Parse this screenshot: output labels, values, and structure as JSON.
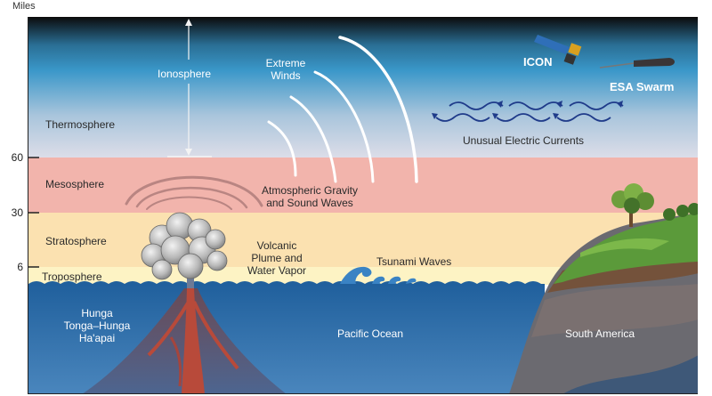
{
  "figure": {
    "unit_label": "Miles",
    "altitude_ticks": [
      {
        "value": "60"
      },
      {
        "value": "30"
      },
      {
        "value": "6"
      }
    ],
    "layers": {
      "thermosphere": "Thermosphere",
      "mesosphere": "Mesosphere",
      "stratosphere": "Stratosphere",
      "troposphere": "Troposphere"
    },
    "annotations": {
      "ionosphere": "Ionosphere",
      "extreme_winds_line1": "Extreme",
      "extreme_winds_line2": "Winds",
      "gravity_waves_line1": "Atmospheric Gravity",
      "gravity_waves_line2": "and Sound Waves",
      "plume_line1": "Volcanic",
      "plume_line2": "Plume and",
      "plume_line3": "Water Vapor",
      "tsunami": "Tsunami Waves",
      "electric_currents": "Unusual Electric Currents",
      "pacific": "Pacific Ocean",
      "south_america": "South America",
      "volcano_line1": "Hunga",
      "volcano_line2": "Tonga–Hunga",
      "volcano_line3": "Ha'apai"
    },
    "satellites": {
      "icon": "ICON",
      "swarm": "ESA Swarm"
    },
    "colors": {
      "space_top": "#0b0b0b",
      "sky_blue": "#3a97c9",
      "thermo_bottom": "#dcdde8",
      "mesosphere": "#f2b4ac",
      "stratosphere": "#fbe1b0",
      "troposphere": "#fdf3c4",
      "ocean": "#1f5f9c",
      "ocean_deep": "#4a86bd",
      "current_arrows": "#1f3b8a"
    }
  }
}
